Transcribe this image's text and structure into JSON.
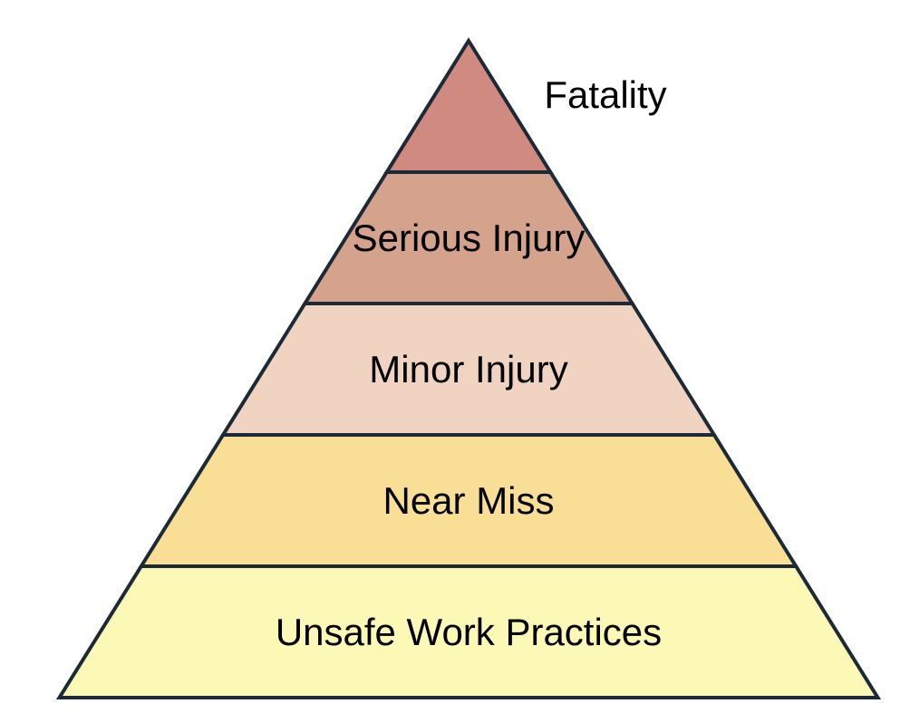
{
  "pyramid": {
    "stroke_color": "#1c2a38",
    "label_color": "#000000",
    "background_color": "#ffffff",
    "levels": [
      {
        "label": "Fatality",
        "color": "#d18a80",
        "label_position": "outside-right"
      },
      {
        "label": "Serious Injury",
        "color": "#d5a28b",
        "label_position": "inside"
      },
      {
        "label": "Minor Injury",
        "color": "#f0d3c0",
        "label_position": "inside"
      },
      {
        "label": "Near Miss",
        "color": "#f9de95",
        "label_position": "inside"
      },
      {
        "label": "Unsafe Work Practices",
        "color": "#fbf9b5",
        "label_position": "inside"
      }
    ]
  }
}
